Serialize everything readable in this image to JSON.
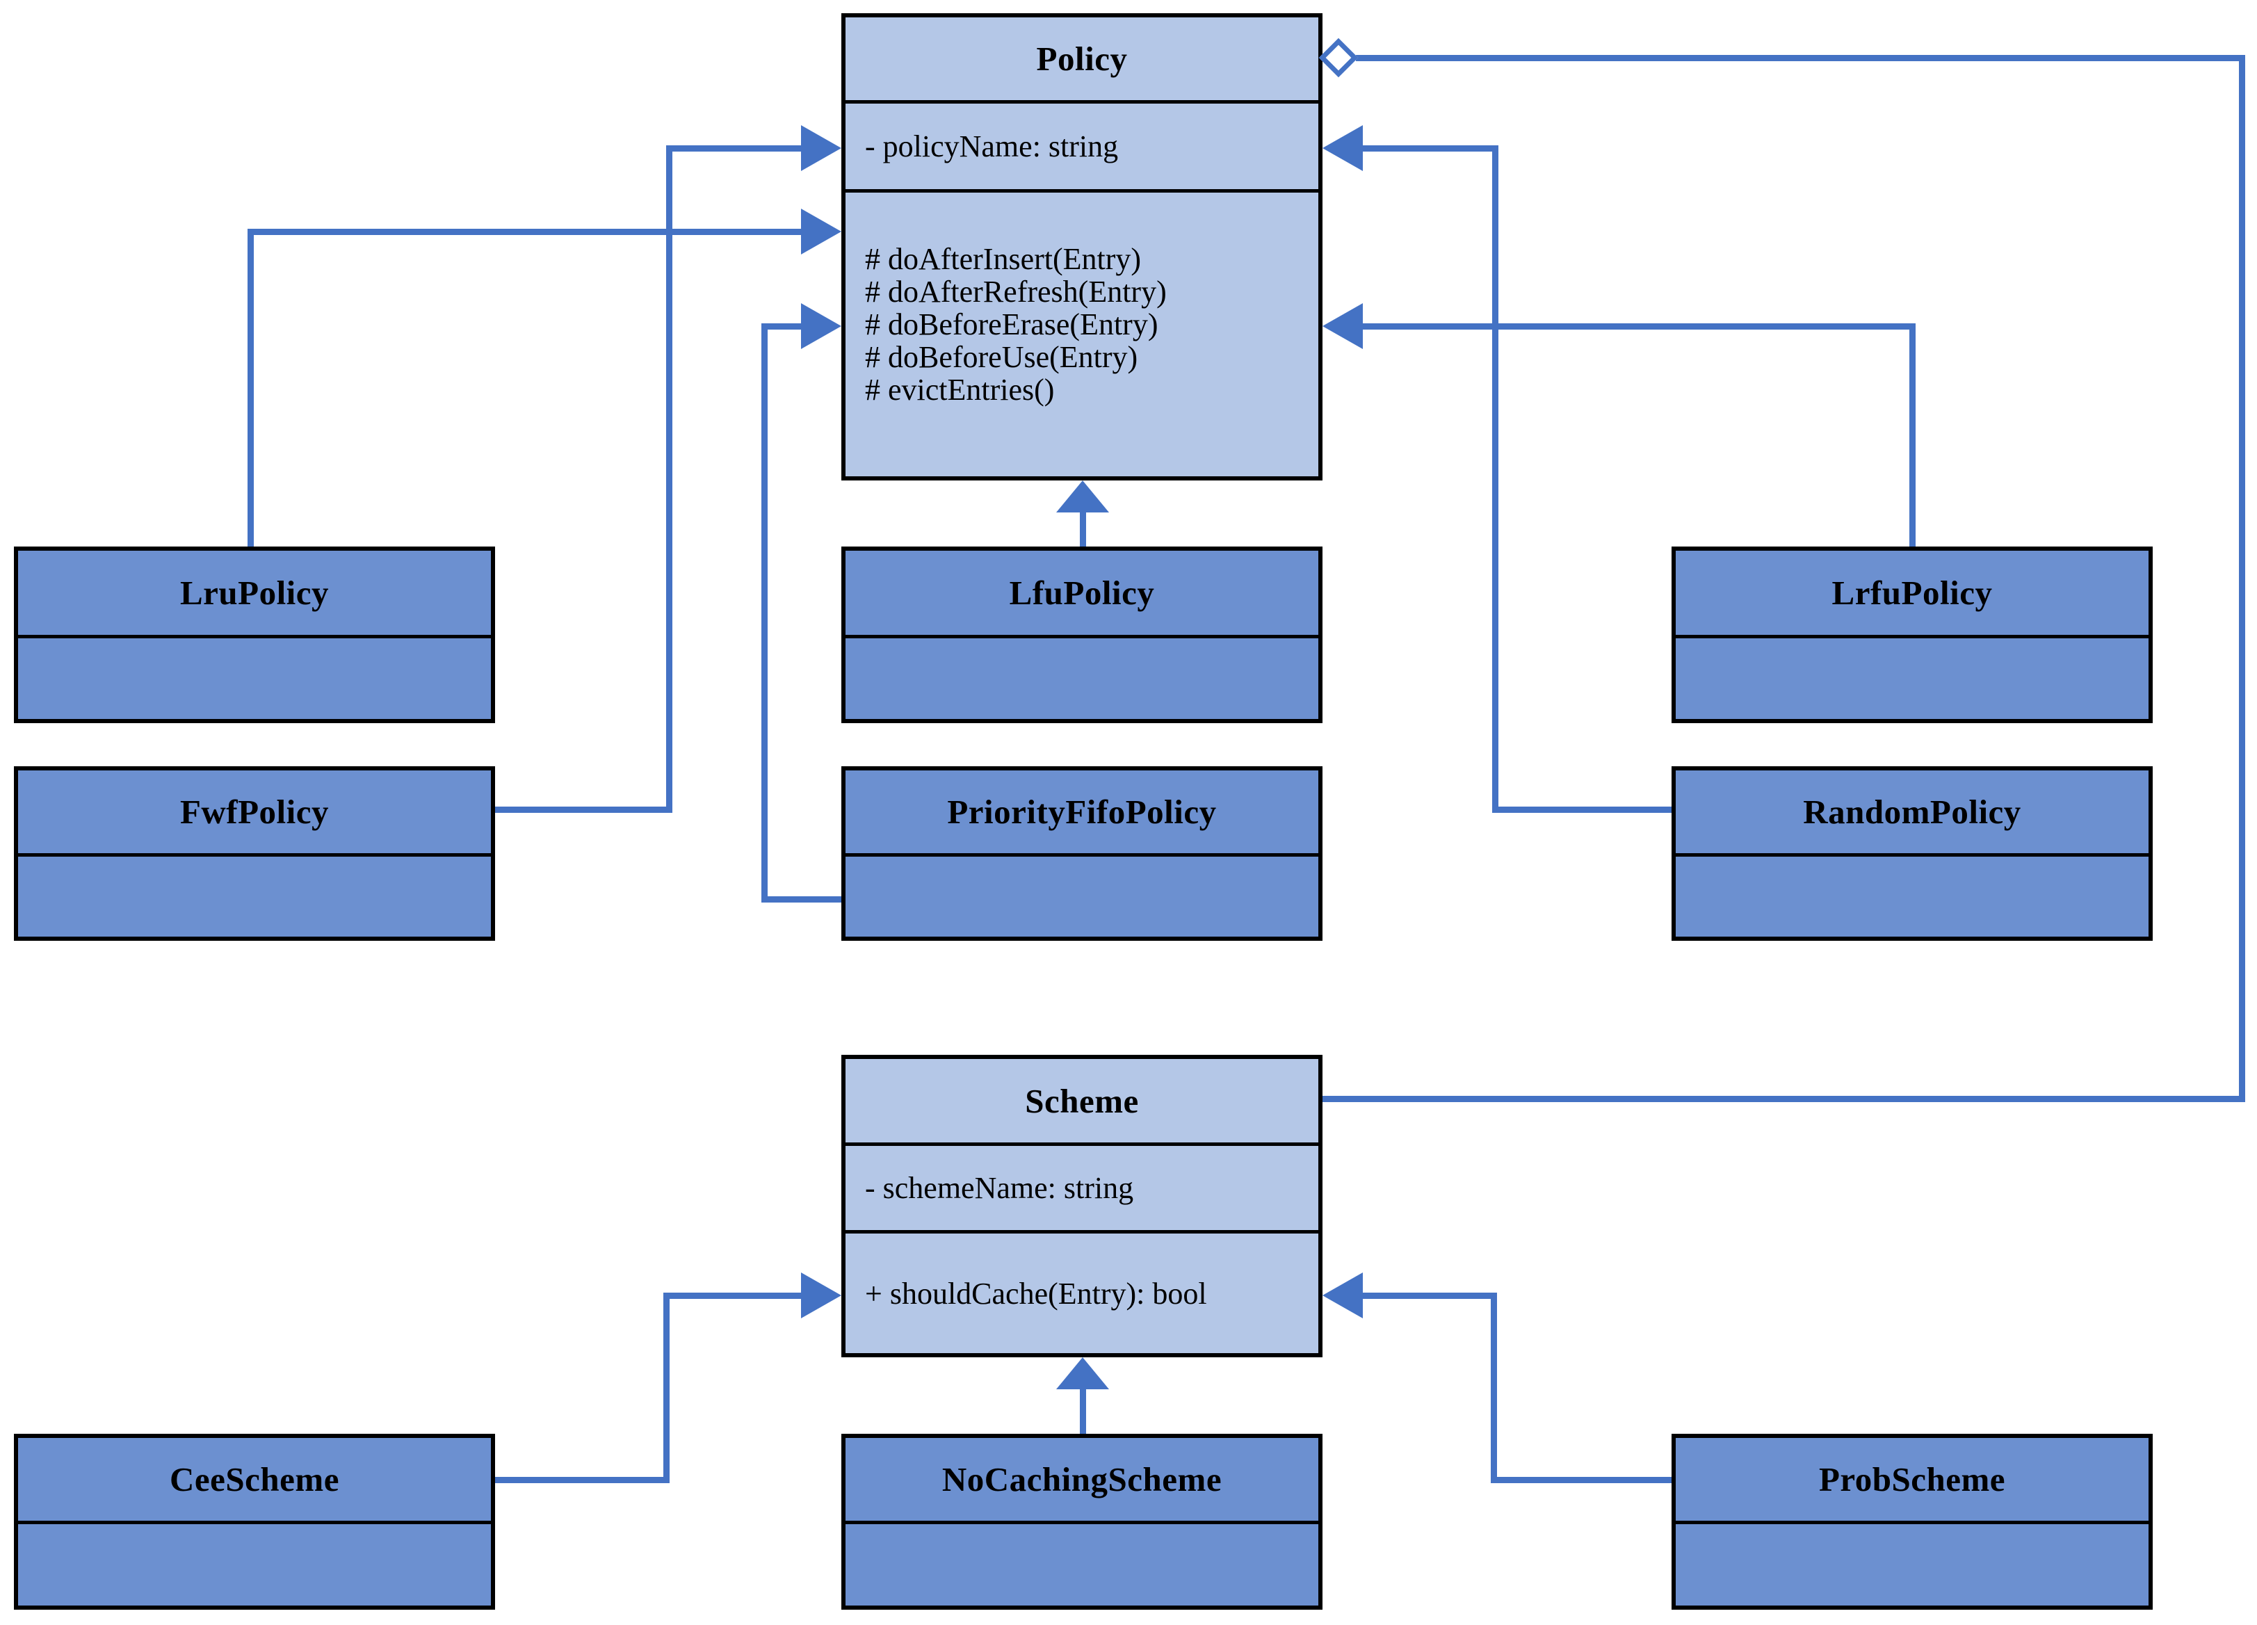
{
  "diagram": {
    "kind": "uml-class-diagram",
    "colors": {
      "parent_fill": "#b4c7e7",
      "child_fill": "#6c90d0",
      "connector": "#4472c4",
      "border": "#000000",
      "background": "#ffffff"
    }
  },
  "classes": {
    "policy": {
      "name": "Policy",
      "attributes": [
        "- policyName: string"
      ],
      "methods": [
        "# doAfterInsert(Entry)",
        "# doAfterRefresh(Entry)",
        "# doBeforeErase(Entry)",
        "# doBeforeUse(Entry)",
        "# evictEntries()"
      ]
    },
    "lru": {
      "name": "LruPolicy"
    },
    "fwf": {
      "name": "FwfPolicy"
    },
    "lfu": {
      "name": "LfuPolicy"
    },
    "priorityfifo": {
      "name": "PriorityFifoPolicy"
    },
    "lrfu": {
      "name": "LrfuPolicy"
    },
    "random": {
      "name": "RandomPolicy"
    },
    "scheme": {
      "name": "Scheme",
      "attributes": [
        "- schemeName: string"
      ],
      "methods": [
        "+ shouldCache(Entry): bool"
      ]
    },
    "cee": {
      "name": "CeeScheme"
    },
    "nocaching": {
      "name": "NoCachingScheme"
    },
    "prob": {
      "name": "ProbScheme"
    }
  },
  "relationships": [
    {
      "from": "LruPolicy",
      "to": "Policy",
      "type": "arrow"
    },
    {
      "from": "FwfPolicy",
      "to": "Policy",
      "type": "arrow"
    },
    {
      "from": "LfuPolicy",
      "to": "Policy",
      "type": "inheritance"
    },
    {
      "from": "PriorityFifoPolicy",
      "to": "Policy",
      "type": "arrow"
    },
    {
      "from": "LrfuPolicy",
      "to": "Policy",
      "type": "arrow"
    },
    {
      "from": "RandomPolicy",
      "to": "Policy",
      "type": "arrow"
    },
    {
      "from": "Scheme",
      "to": "Policy",
      "type": "aggregation"
    },
    {
      "from": "CeeScheme",
      "to": "Scheme",
      "type": "arrow"
    },
    {
      "from": "NoCachingScheme",
      "to": "Scheme",
      "type": "inheritance"
    },
    {
      "from": "ProbScheme",
      "to": "Scheme",
      "type": "arrow"
    }
  ]
}
